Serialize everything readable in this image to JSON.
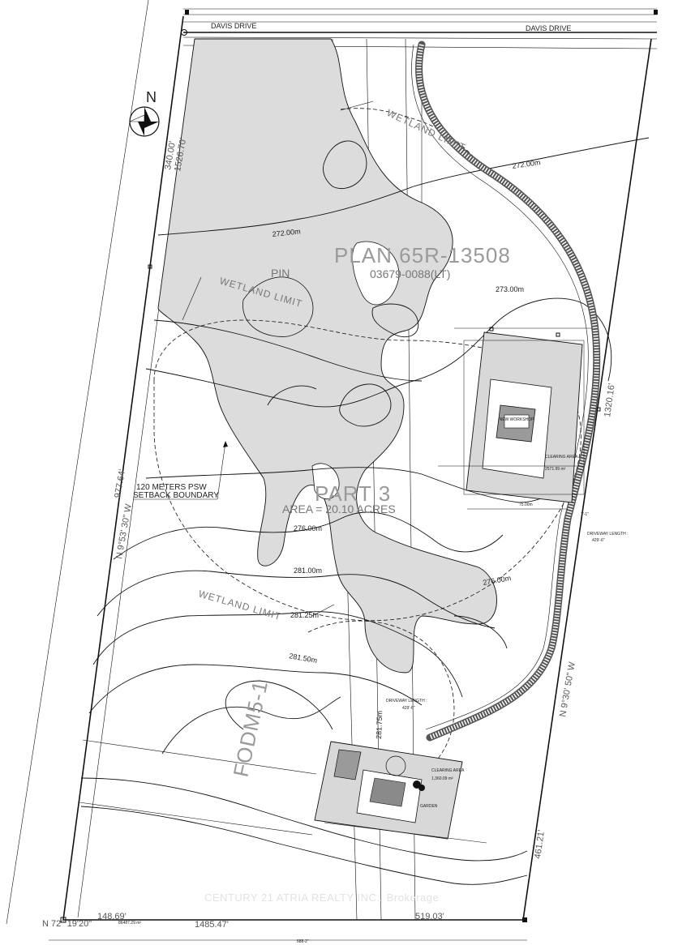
{
  "roads": {
    "top_left": "DAVIS DRIVE",
    "top_right": "DAVIS DRIVE"
  },
  "north_arrow": {
    "letter": "N",
    "icon": "north-arrow-icon"
  },
  "plan": {
    "number": "PLAN 65R-13508",
    "pin_label": "PIN",
    "pin_number": "03679-0088(LT)",
    "part": "PART 3",
    "area": "AREA = 20.10 ACRES",
    "fodm": "FODM5-1"
  },
  "wetland": {
    "label_1": "WETLAND LIMIT",
    "label_2": "WETLAND LIMIT",
    "label_3": "WETLAND LIMIT"
  },
  "setback": {
    "line1": "120 METERS PSW",
    "line2": "SETBACK BOUNDARY"
  },
  "contours": {
    "c272_a": "272.00m",
    "c272_b": "272.00m",
    "c273": "273.00m",
    "c276_a": "276.00m",
    "c276_b": "276.00m",
    "c281_00": "281.00m",
    "c281_25": "281.25m",
    "c281_50": "281.50m",
    "c281_75": "281.75m"
  },
  "bearings": {
    "left_dim": "340.00'",
    "left_dim_2": "1526.70'",
    "left_long": "977.64'",
    "left_bearing": "N 9°53' 30\" W",
    "right_dim": "1320.16'",
    "right_bearing": "N 9°30' 50\" W",
    "right_long": "461.21'",
    "bottom_bearing": "N 72° 19'20\"",
    "bottom_1": "148.69'",
    "bottom_2": "1485.47'",
    "bottom_3": "519.03'",
    "bottom_area": "86487.29 m²",
    "bottom_total": "688-2\""
  },
  "upper_site": {
    "workshop_label": "NEW WORKSHOP",
    "clearing_label": "CLEARING AREA",
    "clearing_area": "2571.99 m²",
    "driveway_label": "DRIVEWAY LENGTH :",
    "driveway_length": "429'-6\"",
    "dim_a": "75.00m",
    "dim_b": "7'-1\""
  },
  "lower_site": {
    "driveway_label": "DRIVEWAY LENGTH :",
    "driveway_length": "429'-6\"",
    "clearing_label": "CLEARING AREA",
    "clearing_area": "1,360.09 m²",
    "garden_label": "GARDEN"
  },
  "watermark": "CENTURY 21 ATRIA REALTY INC., Brokerage"
}
